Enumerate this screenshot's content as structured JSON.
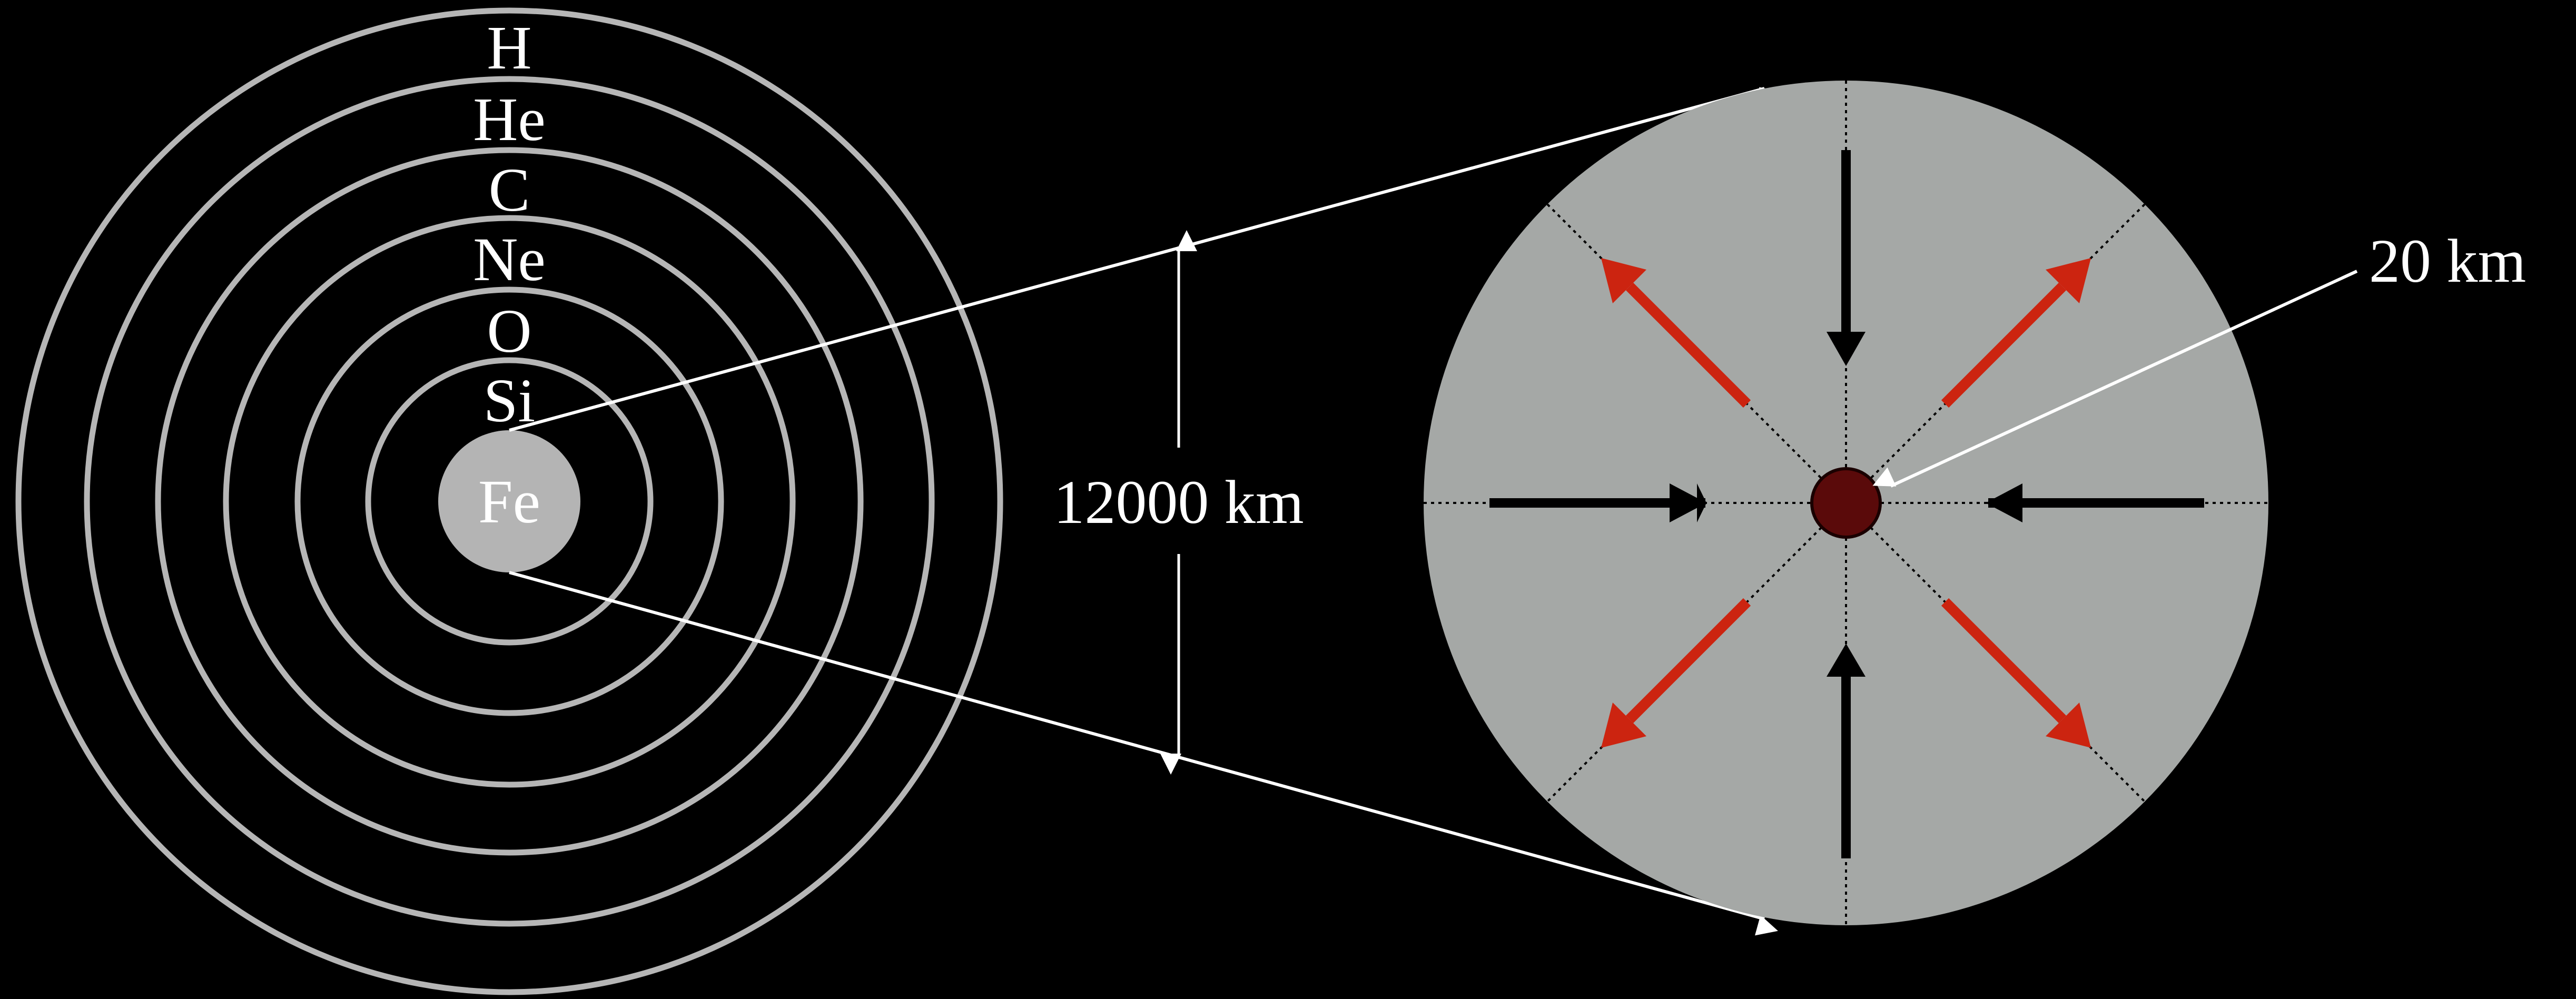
{
  "star": {
    "shell_labels": [
      "H",
      "He",
      "C",
      "Ne",
      "O",
      "Si"
    ],
    "core_label": "Fe"
  },
  "dimensions": {
    "star_size_label": "12000 km",
    "core_size_label": "20 km"
  },
  "colors": {
    "background": "#000000",
    "shell_stroke": "#b6b6b6",
    "core_fill": "#b4b4b4",
    "zoom_disc_fill": "#a5a8a6",
    "collapse_arrow": "#000000",
    "outflow_arrow": "#cc2410",
    "proto_neutron_star": "#5a0a0a",
    "annotation_line": "#ffffff"
  }
}
